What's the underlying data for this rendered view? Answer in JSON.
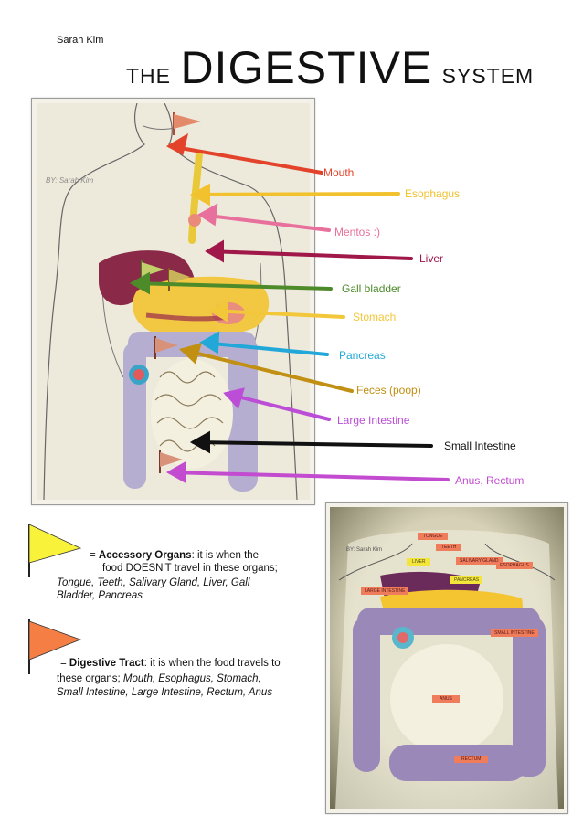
{
  "header": {
    "author": "Sarah Kim",
    "title_the": "THE",
    "title_main": "DIGESTIVE",
    "title_system": "SYSTEM"
  },
  "poster": {
    "signature": "BY: Sarah Kim"
  },
  "labels": [
    {
      "text": "Mouth",
      "color": "#e2432a"
    },
    {
      "text": "Esophagus",
      "color": "#f2c12e"
    },
    {
      "text": "Mentos :)",
      "color": "#e8709c"
    },
    {
      "text": "Liver",
      "color": "#a0174a"
    },
    {
      "text": "Gall bladder",
      "color": "#4d8a2a"
    },
    {
      "text": "Stomach",
      "color": "#f3c73a"
    },
    {
      "text": "Pancreas",
      "color": "#22a8d8"
    },
    {
      "text": "Feces (poop)",
      "color": "#c18f12"
    },
    {
      "text": "Large Intestine",
      "color": "#bb4dd6"
    },
    {
      "text": "Small Intestine",
      "color": "#111111"
    },
    {
      "text": "Anus, Rectum",
      "color": "#c24bd0"
    }
  ],
  "legend": {
    "accessory": {
      "flag_color": "#f9f23a",
      "eq": "= ",
      "term": "Accessory Organs",
      "desc_line1": ": it is when the",
      "desc_line2": "food DOESN'T travel in these organs;",
      "list_line1": "Tongue, Teeth, Salivary Gland, Liver, Gall",
      "list_line2": "Bladder, Pancreas"
    },
    "tract": {
      "flag_color": "#f57e45",
      "eq": "= ",
      "term": "Digestive Tract",
      "desc_line1": ": it is when the food travels to",
      "line2_plain": "these organs; ",
      "line2_italic": "Mouth, Esophagus, Stomach,",
      "list_line3": "Small Intestine, Large Intestine, Rectum, Anus"
    }
  },
  "photo": {
    "signature": "BY: Sarah Kim",
    "flags": [
      "TONGUE",
      "TEETH",
      "SALIVARY GLAND",
      "ESOPHAGUS",
      "LIVER",
      "PANCREAS",
      "LARGE INTESTINE",
      "SMALL INTESTINE",
      "ANUS",
      "RECTUM"
    ]
  }
}
